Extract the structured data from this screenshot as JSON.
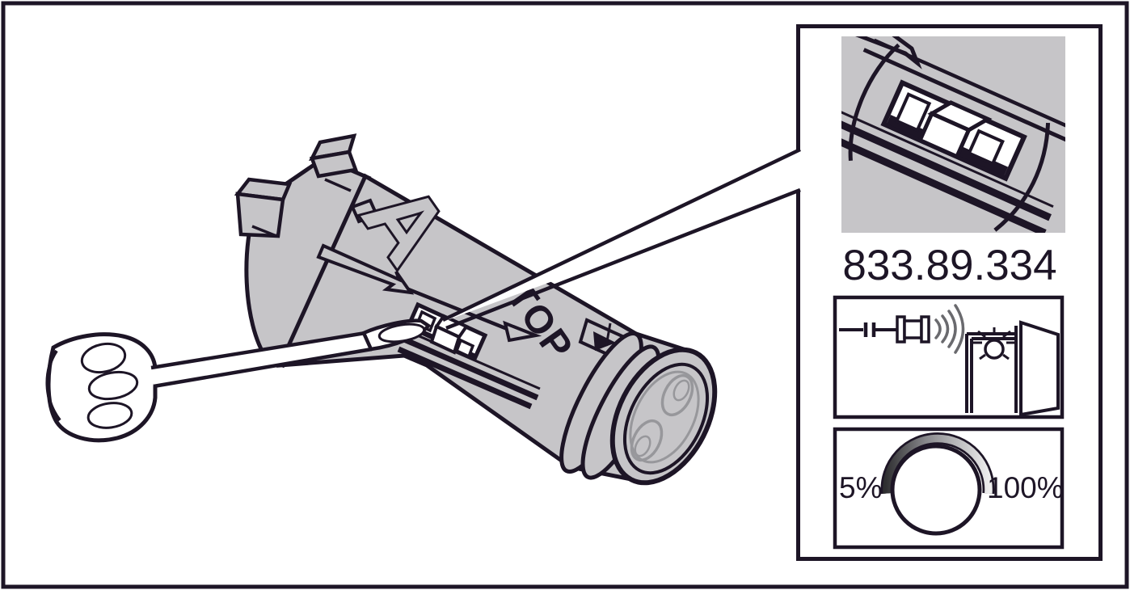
{
  "figure": {
    "type": "technical-instruction-diagram",
    "part_number": "833.89.334",
    "device_markings": {
      "channel_label": "A",
      "orientation_label": "TOP"
    },
    "dimmer_range": {
      "min_label": "5%",
      "max_label": "100%"
    },
    "icons": [
      "screwdriver-icon",
      "dip-switch-icon",
      "switch-closeup-icon",
      "radio-signal-icon",
      "cabinet-light-icon",
      "open-door-icon",
      "dimmer-knob-icon"
    ],
    "colors": {
      "line": "#1d1526",
      "body_gray": "#c6c5c8",
      "detail_gray": "#97979b",
      "signal_gray": "#6a6a6e",
      "paper": "#ffffff",
      "dial_dark": "#2e2e30",
      "dial_light": "#efefef"
    }
  }
}
